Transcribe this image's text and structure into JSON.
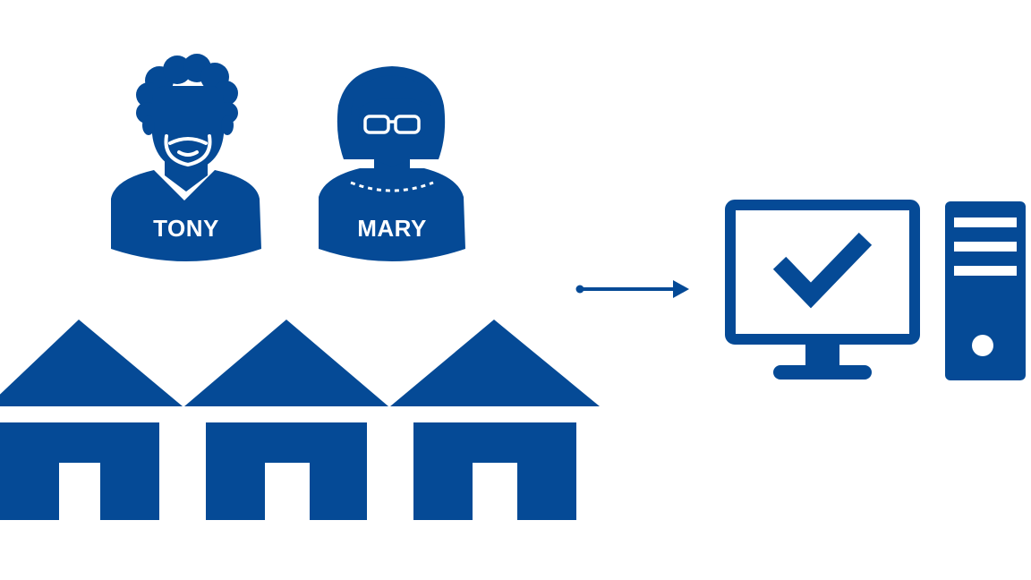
{
  "colors": {
    "primary": "#054A96",
    "background": "#FFFFFF"
  },
  "people": [
    {
      "label": "TONY",
      "icon": "man-with-beard-icon"
    },
    {
      "label": "MARY",
      "icon": "woman-with-glasses-icon"
    }
  ],
  "houses": {
    "count": 3,
    "icon": "house-icon"
  },
  "arrow": {
    "icon": "right-arrow-icon"
  },
  "computer": {
    "monitor_icon": "monitor-checkmark-icon",
    "tower_icon": "desktop-tower-icon"
  }
}
